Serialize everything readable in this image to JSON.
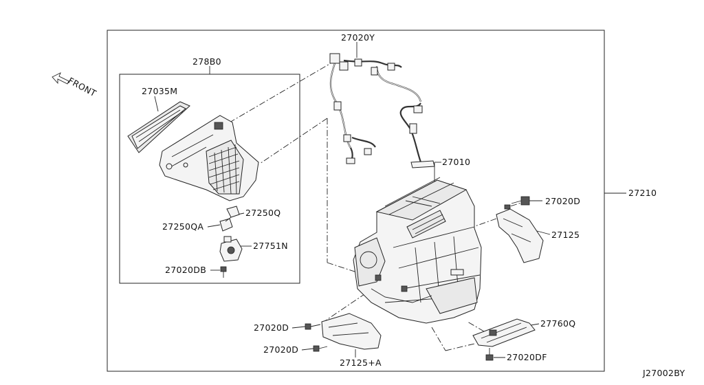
{
  "diagram_code": "J27002BY",
  "front_label": "FRONT",
  "parts": {
    "p27210": "27210",
    "p27020Y": "27020Y",
    "p278B0": "278B0",
    "p27035M": "27035M",
    "p27010": "27010",
    "p27020D_top": "27020D",
    "p27125": "27125",
    "p27250Q": "27250Q",
    "p27250QA": "27250QA",
    "p27751N": "27751N",
    "p27020DB": "27020DB",
    "p27020D_left1": "27020D",
    "p27020D_left2": "27020D",
    "p27125A": "27125+A",
    "p27760Q": "27760Q",
    "p27020DF": "27020DF"
  }
}
